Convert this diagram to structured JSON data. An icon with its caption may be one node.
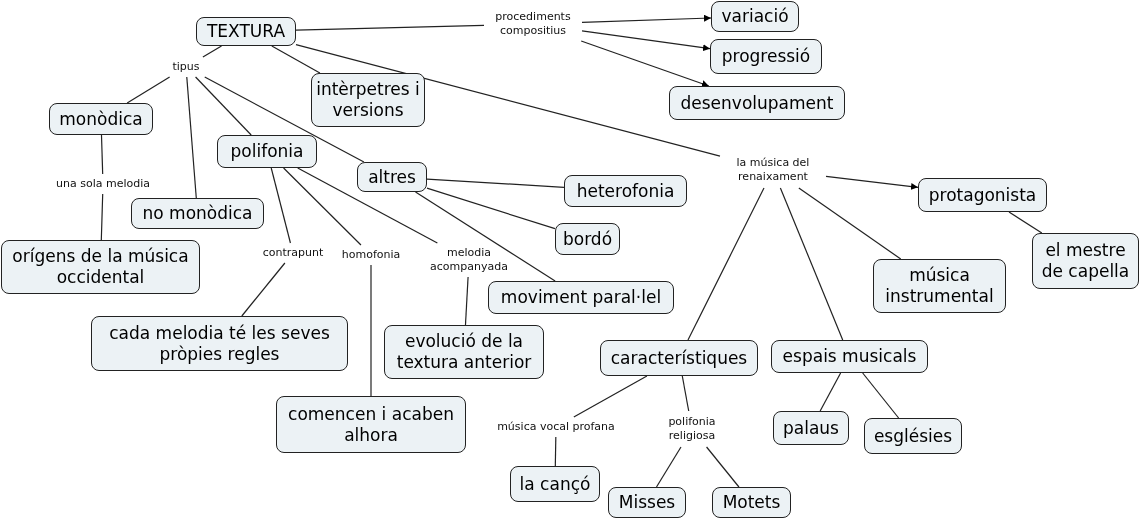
{
  "diagram": {
    "nodes": [
      {
        "text": [
          "TEXTURA"
        ]
      },
      {
        "text": [
          "procediments compositius"
        ]
      },
      {
        "text": [
          "variació"
        ]
      },
      {
        "text": [
          "progressió"
        ]
      },
      {
        "text": [
          "desenvolupament"
        ]
      },
      {
        "text": [
          "tipus"
        ]
      },
      {
        "text": [
          "intèrpetres i versions"
        ]
      },
      {
        "text": [
          "monòdica"
        ]
      },
      {
        "text": [
          "polifonia"
        ]
      },
      {
        "text": [
          "altres"
        ]
      },
      {
        "text": [
          "la música del renaixament"
        ]
      },
      {
        "text": [
          "protagonista"
        ]
      },
      {
        "text": [
          "una sola melodia"
        ]
      },
      {
        "text": [
          "no monòdica"
        ]
      },
      {
        "text": [
          "heterofonia"
        ]
      },
      {
        "text": [
          "orígens de la música occidental"
        ]
      },
      {
        "text": [
          "bordó"
        ]
      },
      {
        "text": [
          "el mestre de capella"
        ]
      },
      {
        "text": [
          "contrapunt"
        ]
      },
      {
        "text": [
          "homofonia"
        ]
      },
      {
        "text": [
          "melodia acompanyada"
        ]
      },
      {
        "text": [
          "música instrumental"
        ]
      },
      {
        "text": [
          "moviment paral·lel"
        ]
      },
      {
        "text": [
          "cada melodia té les seves pròpies regles"
        ]
      },
      {
        "text": [
          "evolució de la textura anterior"
        ]
      },
      {
        "text": [
          "característiques"
        ]
      },
      {
        "text": [
          "espais musicals"
        ]
      },
      {
        "text": [
          "comencen i acaben alhora"
        ]
      },
      {
        "text": [
          "música vocal profana"
        ]
      },
      {
        "text": [
          "polifonia religiosa"
        ]
      },
      {
        "text": [
          "palaus"
        ]
      },
      {
        "text": [
          "esglésies"
        ]
      },
      {
        "text": [
          "la cançó"
        ]
      },
      {
        "text": [
          "Misses"
        ]
      },
      {
        "text": [
          "Motets"
        ]
      }
    ],
    "edges": [
      {
        "from": 0,
        "to": 1,
        "arrow": "none"
      },
      {
        "from": 1,
        "to": 2,
        "arrow": "to"
      },
      {
        "from": 1,
        "to": 3,
        "arrow": "to"
      },
      {
        "from": 1,
        "to": 4,
        "arrow": "to"
      },
      {
        "from": 0,
        "to": 5,
        "arrow": "none"
      },
      {
        "from": 0,
        "to": 6,
        "arrow": "none"
      },
      {
        "from": 0,
        "to": 10,
        "arrow": "none"
      },
      {
        "from": 5,
        "to": 7,
        "arrow": "none"
      },
      {
        "from": 5,
        "to": 13,
        "arrow": "none"
      },
      {
        "from": 5,
        "to": 8,
        "arrow": "none"
      },
      {
        "from": 5,
        "to": 9,
        "arrow": "none"
      },
      {
        "from": 7,
        "to": 12,
        "arrow": "none"
      },
      {
        "from": 12,
        "to": 15,
        "arrow": "none"
      },
      {
        "from": 8,
        "to": 18,
        "arrow": "none"
      },
      {
        "from": 8,
        "to": 19,
        "arrow": "none"
      },
      {
        "from": 8,
        "to": 20,
        "arrow": "none"
      },
      {
        "from": 18,
        "to": 23,
        "arrow": "none"
      },
      {
        "from": 19,
        "to": 27,
        "arrow": "none"
      },
      {
        "from": 20,
        "to": 24,
        "arrow": "none"
      },
      {
        "from": 9,
        "to": 14,
        "arrow": "none"
      },
      {
        "from": 9,
        "to": 16,
        "arrow": "none"
      },
      {
        "from": 9,
        "to": 22,
        "arrow": "none"
      },
      {
        "from": 10,
        "to": 11,
        "arrow": "to"
      },
      {
        "from": 10,
        "to": 25,
        "arrow": "none"
      },
      {
        "from": 10,
        "to": 26,
        "arrow": "none"
      },
      {
        "from": 10,
        "to": 21,
        "arrow": "none"
      },
      {
        "from": 11,
        "to": 17,
        "arrow": "none"
      },
      {
        "from": 25,
        "to": 28,
        "arrow": "none"
      },
      {
        "from": 25,
        "to": 29,
        "arrow": "none"
      },
      {
        "from": 28,
        "to": 32,
        "arrow": "none"
      },
      {
        "from": 29,
        "to": 33,
        "arrow": "none"
      },
      {
        "from": 29,
        "to": 34,
        "arrow": "none"
      },
      {
        "from": 26,
        "to": 30,
        "arrow": "none"
      },
      {
        "from": 26,
        "to": 31,
        "arrow": "none"
      }
    ]
  }
}
